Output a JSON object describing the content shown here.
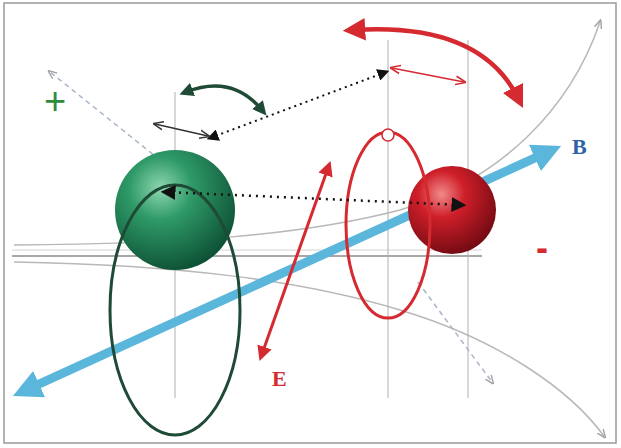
{
  "diagram": {
    "labels": [
      "+",
      "B",
      "-",
      "E"
    ]
  }
}
